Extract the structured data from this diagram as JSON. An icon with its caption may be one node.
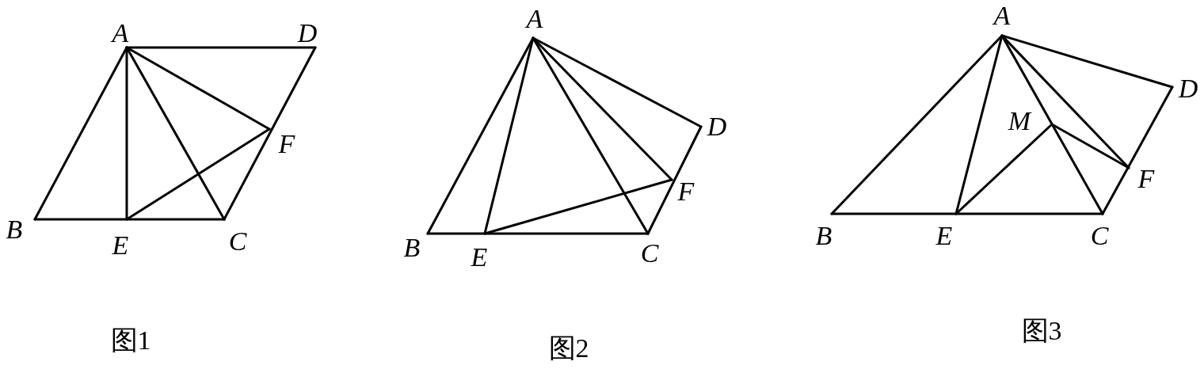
{
  "diagram": {
    "labels": [
      "A",
      "D",
      "F",
      "B",
      "E",
      "C",
      "图1",
      "A",
      "D",
      "F",
      "B",
      "E",
      "C",
      "图2",
      "A",
      "M",
      "D",
      "F",
      "B",
      "E",
      "C",
      "图3"
    ]
  }
}
